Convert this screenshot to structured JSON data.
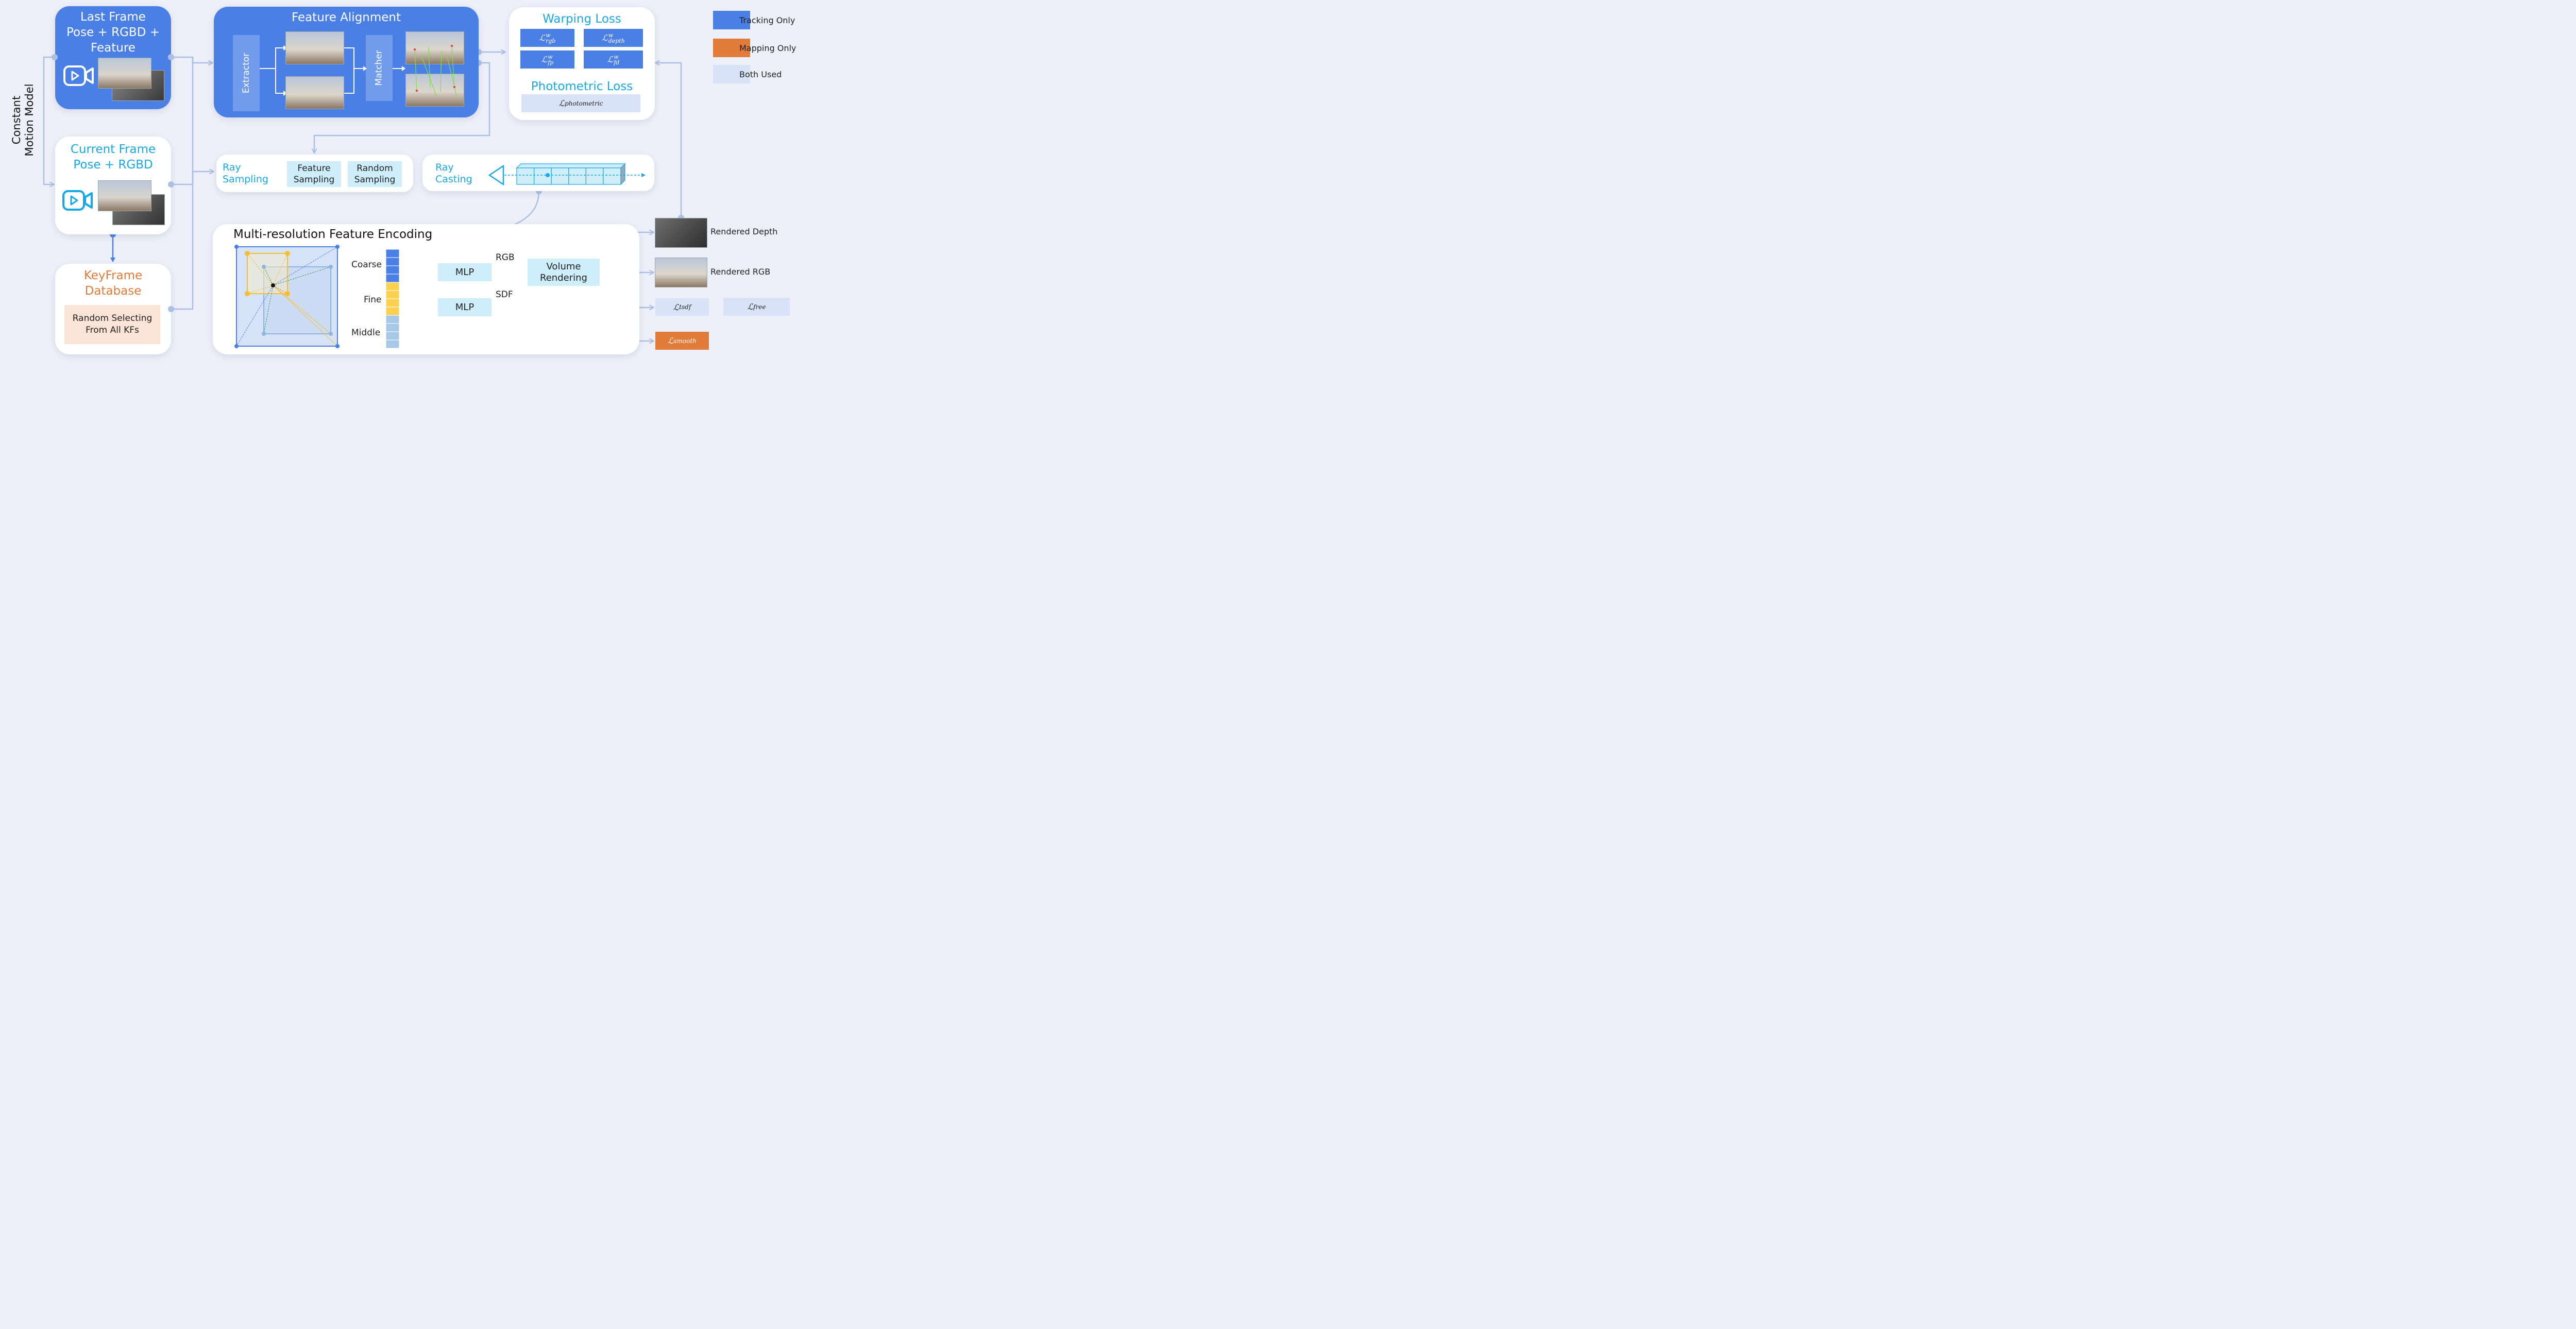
{
  "last_frame": {
    "title_lines": [
      "Last Frame",
      "Pose + RGBD +",
      "Feature"
    ]
  },
  "current_frame": {
    "title_lines": [
      "Current Frame",
      "Pose + RGBD"
    ]
  },
  "keyframe_db": {
    "title_lines": [
      "KeyFrame",
      "Database"
    ],
    "note_lines": [
      "Random Selecting",
      "From All KFs"
    ]
  },
  "motion_model": {
    "lines": [
      "Constant",
      "Motion Model"
    ]
  },
  "feature_alignment": {
    "title": "Feature Alignment",
    "extractor": "Extractor",
    "matcher": "Matcher"
  },
  "warping_loss": {
    "title": "Warping Loss",
    "terms": [
      {
        "sym": "ℒ",
        "sub": "rgb",
        "sup": "w"
      },
      {
        "sym": "ℒ",
        "sub": "depth",
        "sup": "w"
      },
      {
        "sym": "ℒ",
        "sub": "fp",
        "sup": "w"
      },
      {
        "sym": "ℒ",
        "sub": "fd",
        "sup": "w"
      }
    ]
  },
  "photometric_loss": {
    "title": "Photometric Loss",
    "sym": "ℒ",
    "sub": "photometric"
  },
  "ray_sampling": {
    "label_lines": [
      "Ray",
      "Sampling"
    ],
    "feature_lines": [
      "Feature",
      "Sampling"
    ],
    "random_lines": [
      "Random",
      "Sampling"
    ]
  },
  "ray_casting": {
    "label_lines": [
      "Ray",
      "Casting"
    ]
  },
  "encoding": {
    "title": "Multi-resolution Feature Encoding",
    "levels": [
      "Coarse",
      "Fine",
      "Middle"
    ],
    "mlp_top": "MLP",
    "mlp_bottom": "MLP",
    "rgb_label": "RGB",
    "sdf_label": "SDF",
    "volume_lines": [
      "Volume",
      "Rendering"
    ]
  },
  "outputs": {
    "rendered_depth": "Rendered Depth",
    "rendered_rgb": "Rendered RGB",
    "tsdf": {
      "sym": "ℒ",
      "sub": "tsdf"
    },
    "free": {
      "sym": "ℒ",
      "sub": "free"
    },
    "smooth": {
      "sym": "ℒ",
      "sub": "smooth"
    }
  },
  "legend": [
    {
      "label": "Tracking Only",
      "color": "#4a7fe6"
    },
    {
      "label": "Mapping Only",
      "color": "#e07b39"
    },
    {
      "label": "Both Used",
      "color": "#d8e3f8"
    }
  ],
  "colors": {
    "tracking": "#4a7fe6",
    "mapping": "#e07b39",
    "both": "#d8e3f8",
    "accent_cyan": "#17a9e6",
    "accent_orange": "#e07b39",
    "arrow": "#aabfe4"
  }
}
